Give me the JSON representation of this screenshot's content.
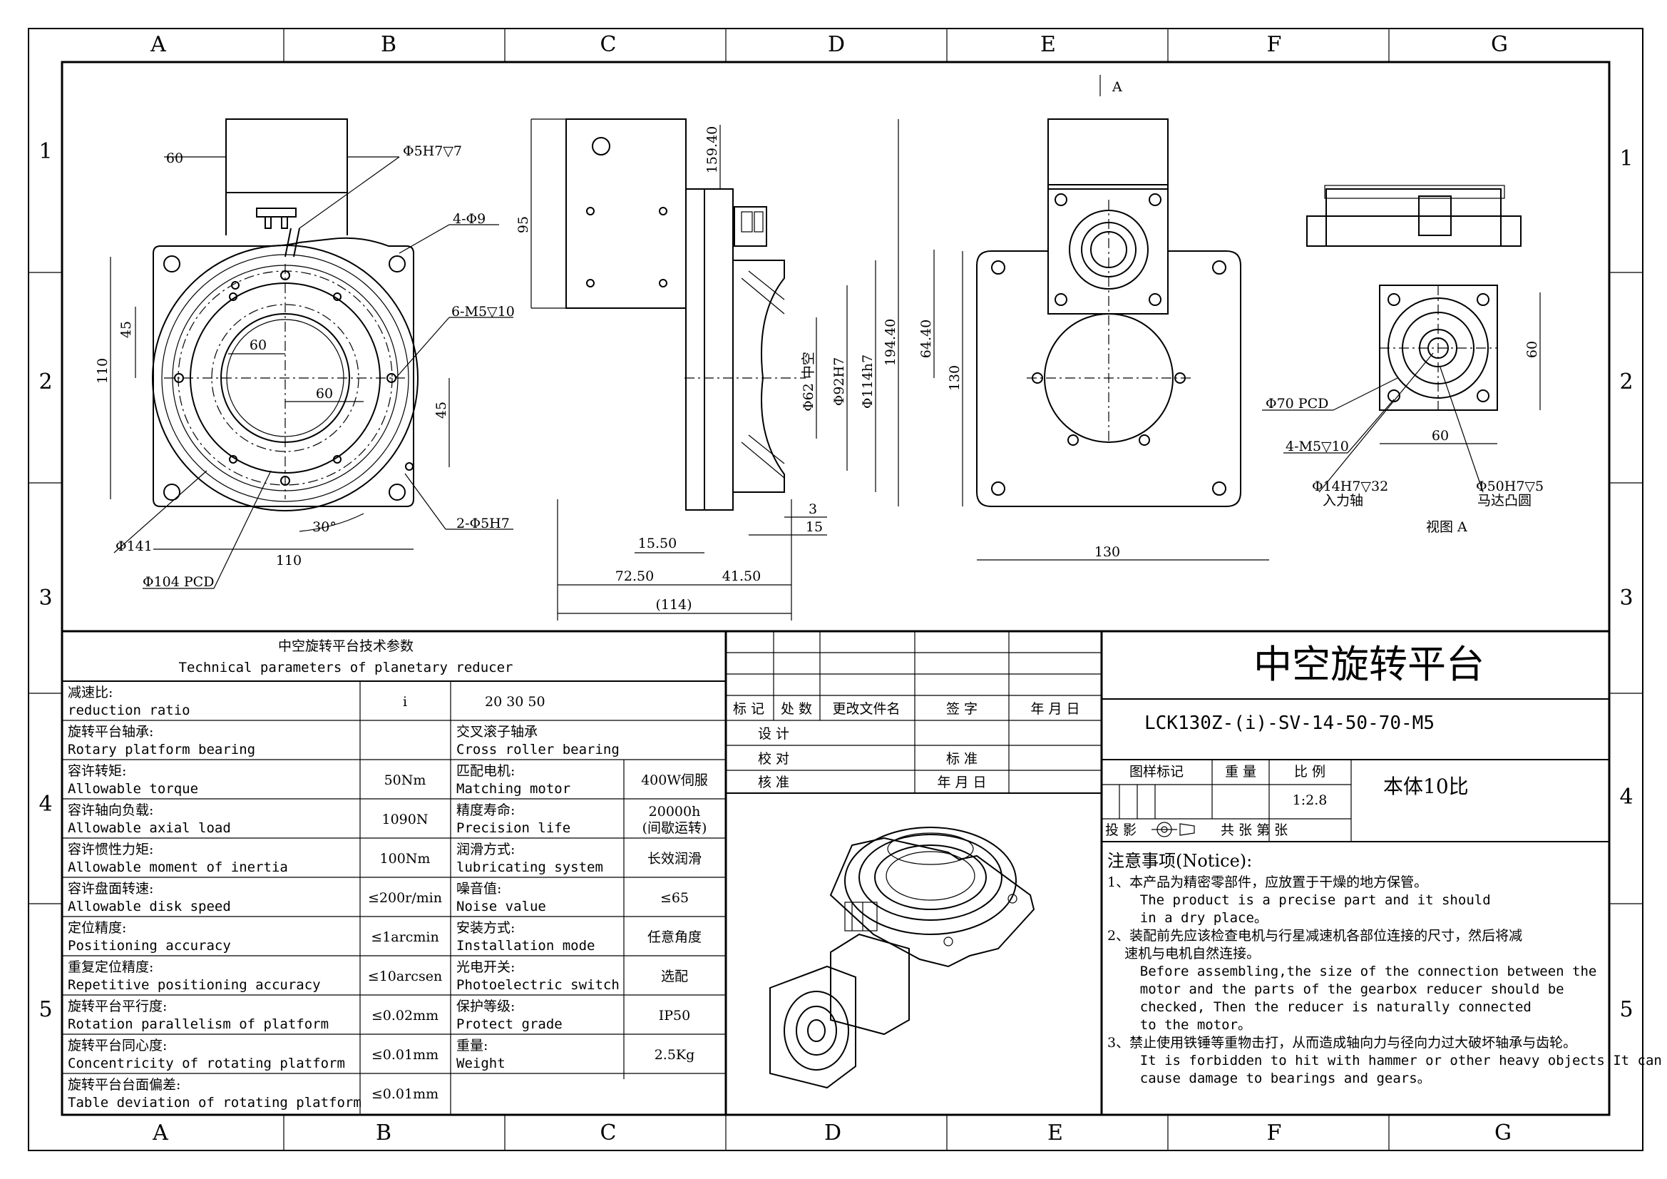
{
  "zones": {
    "cols": [
      "A",
      "B",
      "C",
      "D",
      "E",
      "F",
      "G"
    ],
    "rows": [
      "1",
      "2",
      "3",
      "4",
      "5"
    ]
  },
  "dims": {
    "front": {
      "d60_top": "60",
      "hole_5h7": "Φ5H7▽7",
      "holes_4d9": "4-Φ9",
      "holes_6m5": "6-M5▽10",
      "h110": "110",
      "h45_left": "45",
      "w60_inner": "60",
      "w60_center": "60",
      "h45_right": "45",
      "angle30": "30°",
      "holes_2d5": "2-Φ5H7",
      "d141": "Φ141",
      "w110": "110",
      "d104pcd": "Φ104 PCD"
    },
    "side": {
      "h159": "159.40",
      "h95": "95",
      "d62": "Φ62 中空",
      "d92": "Φ92H7",
      "d114": "Φ114h7",
      "d3": "3",
      "d15": "15",
      "d15_5": "15.50",
      "d72_5": "72.50",
      "d41_5": "41.50",
      "d114total": "(114)"
    },
    "top": {
      "arrowA": "A",
      "h194": "194.40",
      "h64": "64.40",
      "h130": "130",
      "w130": "130"
    },
    "viewA": {
      "d70pcd": "Φ70 PCD",
      "m5": "4-M5▽10",
      "h60": "60",
      "w60": "60",
      "d14": "Φ14H7▽32",
      "d14cn": "入力轴",
      "d50": "Φ50H7▽5",
      "d50cn": "马达凸圆",
      "caption": "视图 A"
    }
  },
  "params": {
    "title_cn": "中空旋转平台技术参数",
    "title_en": "Technical parameters of planetary reducer",
    "rows": [
      {
        "cn": "减速比:",
        "en": "reduction ratio",
        "val": "i",
        "cn2": "",
        "en2": "",
        "val2": "20 30 50"
      },
      {
        "cn": "旋转平台轴承:",
        "en": "Rotary platform bearing",
        "val": "",
        "cn2": "交叉滚子轴承",
        "en2": "Cross roller bearing",
        "val2": ""
      },
      {
        "cn": "容许转矩:",
        "en": "Allowable torque",
        "val": "50Nm",
        "cn2": "匹配电机:",
        "en2": "Matching motor",
        "val2": "400W伺服"
      },
      {
        "cn": "容许轴向负载:",
        "en": "Allowable axial load",
        "val": "1090N",
        "cn2": "精度寿命:",
        "en2": "Precision life",
        "val2": "20000h",
        "val2b": "(间歇运转)"
      },
      {
        "cn": "容许惯性力矩:",
        "en": "Allowable moment of inertia",
        "val": "100Nm",
        "cn2": "润滑方式:",
        "en2": "lubricating system",
        "val2": "长效润滑"
      },
      {
        "cn": "容许盘面转速:",
        "en": "Allowable disk speed",
        "val": "≤200r/min",
        "cn2": "噪音值:",
        "en2": "Noise value",
        "val2": "≤65"
      },
      {
        "cn": "定位精度:",
        "en": "Positioning accuracy",
        "val": "≤1arcmin",
        "cn2": "安装方式:",
        "en2": "Installation mode",
        "val2": "任意角度"
      },
      {
        "cn": "重复定位精度:",
        "en": "Repetitive positioning accuracy",
        "val": "≤10arcsen",
        "cn2": "光电开关:",
        "en2": "Photoelectric switch",
        "val2": "选配"
      },
      {
        "cn": "旋转平台平行度:",
        "en": "Rotation parallelism of platform",
        "val": "≤0.02mm",
        "cn2": "保护等级:",
        "en2": "Protect grade",
        "val2": "IP50"
      },
      {
        "cn": "旋转平台同心度:",
        "en": "Concentricity of rotating platform",
        "val": "≤0.01mm",
        "cn2": "重量:",
        "en2": "Weight",
        "val2": "2.5Kg"
      },
      {
        "cn": "旋转平台台面偏差:",
        "en": "Table deviation of rotating platform",
        "val": "≤0.01mm",
        "cn2": "",
        "en2": "",
        "val2": ""
      }
    ]
  },
  "revision": {
    "h_mark": "标 记",
    "h_count": "处 数",
    "h_doc": "更改文件名",
    "h_sign": "签  字",
    "h_date": "年 月 日",
    "design": "设  计",
    "check": "校  对",
    "approve": "核  准",
    "standard": "标  准",
    "date": "年 月 日"
  },
  "titleblock": {
    "title": "中空旋转平台",
    "model": "LCK130Z-(i)-SV-14-50-70-M5",
    "h_mark": "图样标记",
    "h_weight": "重 量",
    "h_scale": "比  例",
    "scale": "1:2.8",
    "note": "本体10比",
    "projection": "投 影",
    "sheets": "共   张 第   张"
  },
  "notice": {
    "title": "注意事项(Notice):",
    "lines": [
      "1、本产品为精密零部件，应放置于干燥的地方保管。",
      "    The product is a precise part and it should",
      "    in a dry place。",
      "2、装配前先应该检查电机与行星减速机各部位连接的尺寸，然后将减",
      "    速机与电机自然连接。",
      "    Before assembling,the size of the connection between the",
      "    motor and the parts of the gearbox reducer should be",
      "    checked, Then the reducer is naturally connected",
      "    to the motor。",
      "3、禁止使用铁锤等重物击打，从而造成轴向力与径向力过大破坏轴承与齿轮。",
      "    It is forbidden to hit with hammer or other heavy objects It can",
      "    cause damage to bearings and gears。"
    ]
  }
}
